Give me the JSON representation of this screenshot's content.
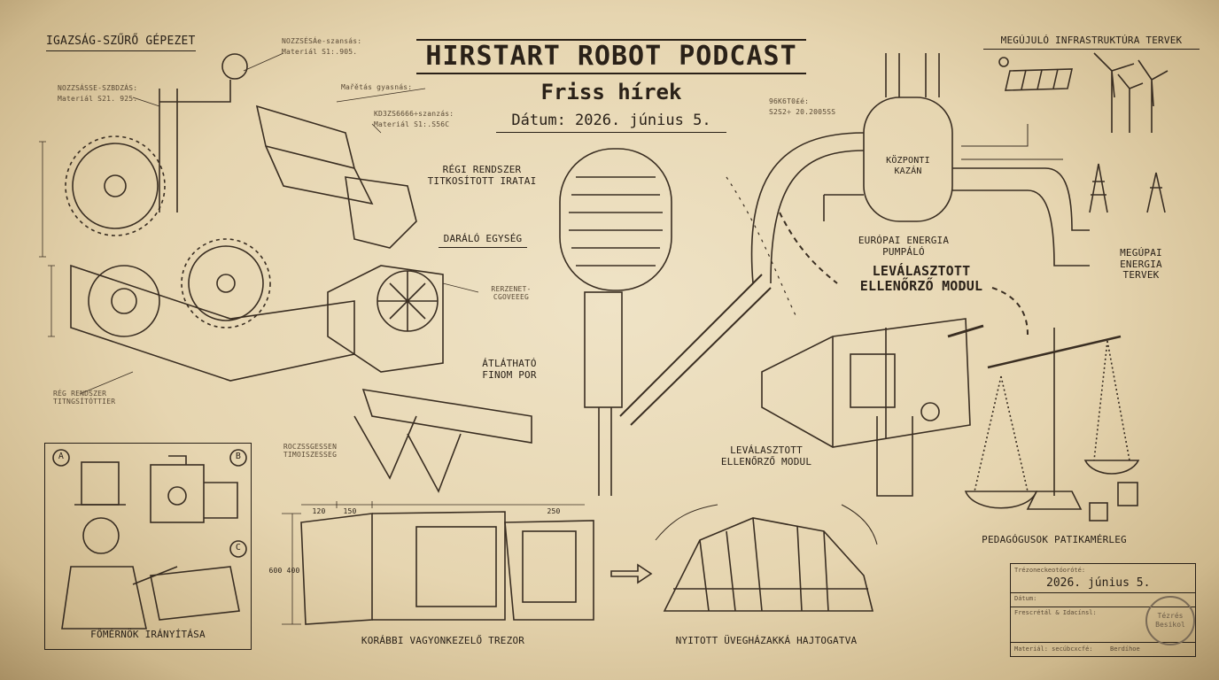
{
  "header": {
    "title": "HIRSTART ROBOT PODCAST",
    "subtitle": "Friss hírek",
    "date": "Dátum: 2026. június 5."
  },
  "labels": {
    "truth_filter": "IGAZSÁG-SZŰRŐ GÉPEZET",
    "old_docs": "RÉGI RENDSZER TITKOSÍTOTT IRATAI",
    "shredder": "DARÁLÓ EGYSÉG",
    "powder": "ÁTLÁTHATÓ FINOM POR",
    "renewable": "MEGÚJULÓ INFRASTRUKTÚRA TERVEK",
    "boiler": "KÖZPONTI KAZÁN",
    "eu_pump": "EURÓPAI ENERGIA PUMPÁLÓ",
    "eu_plans": "MEGÚPAI ENERGIA TERVEK",
    "detached_big": "LEVÁLASZTOTT ELLENŐRZŐ MODUL",
    "detached_small": "LEVÁLASZTOTT ELLENŐRZŐ MODUL",
    "scale": "PEDAGÓGUSOK PATIKAMÉRLEG",
    "engineer": "FŐMÉRNÖK IRÁNYÍTÁSA",
    "vault": "KORÁBBI VAGYONKEZELŐ TREZOR",
    "greenhouse": "NYITOTT ÜVEGHÁZAKKÁ HAJTOGATVA",
    "inset_a": "A",
    "inset_b": "B",
    "inset_c": "C"
  },
  "annotations": {
    "a1": "NOZZSÉSÁe-szansás:",
    "a1b": "Materiál S1:.905.",
    "a2": "NOZZSÁSSE-SZBDZÁS:",
    "a2b": "Materiál S21. 925.",
    "a3": "Mařětás gyasnás:",
    "a4": "KD3ZS6666÷szanzás:",
    "a4b": "Materiál S1:.S56C",
    "a5": "RERZENET-CGOVEEEG",
    "a6": "RÉG RENDSZER TITNGSÍTÓTTIER",
    "a7": "ROCZSSGESSEN TIMOISZESSEG",
    "a8": "96K6T0£é:",
    "a8b": "S2S2÷ 20.2005SS",
    "dim1": "120",
    "dim2": "150",
    "dim3": "250",
    "dim4": "600",
    "dim5": "400"
  },
  "title_block": {
    "r1_label": "Trézoneckeotóoróté:",
    "date": "2026. június 5.",
    "r2_label": "Dátum:",
    "r3_label": "Frescrétál & Idacínsl:",
    "r4_label": "Materiál: secúbcxcfé:",
    "r4_value": "Berdíhoe",
    "stamp": "Tézrés Besikol"
  },
  "colors": {
    "paper": "#e6d5b0",
    "ink": "#2a2118"
  }
}
